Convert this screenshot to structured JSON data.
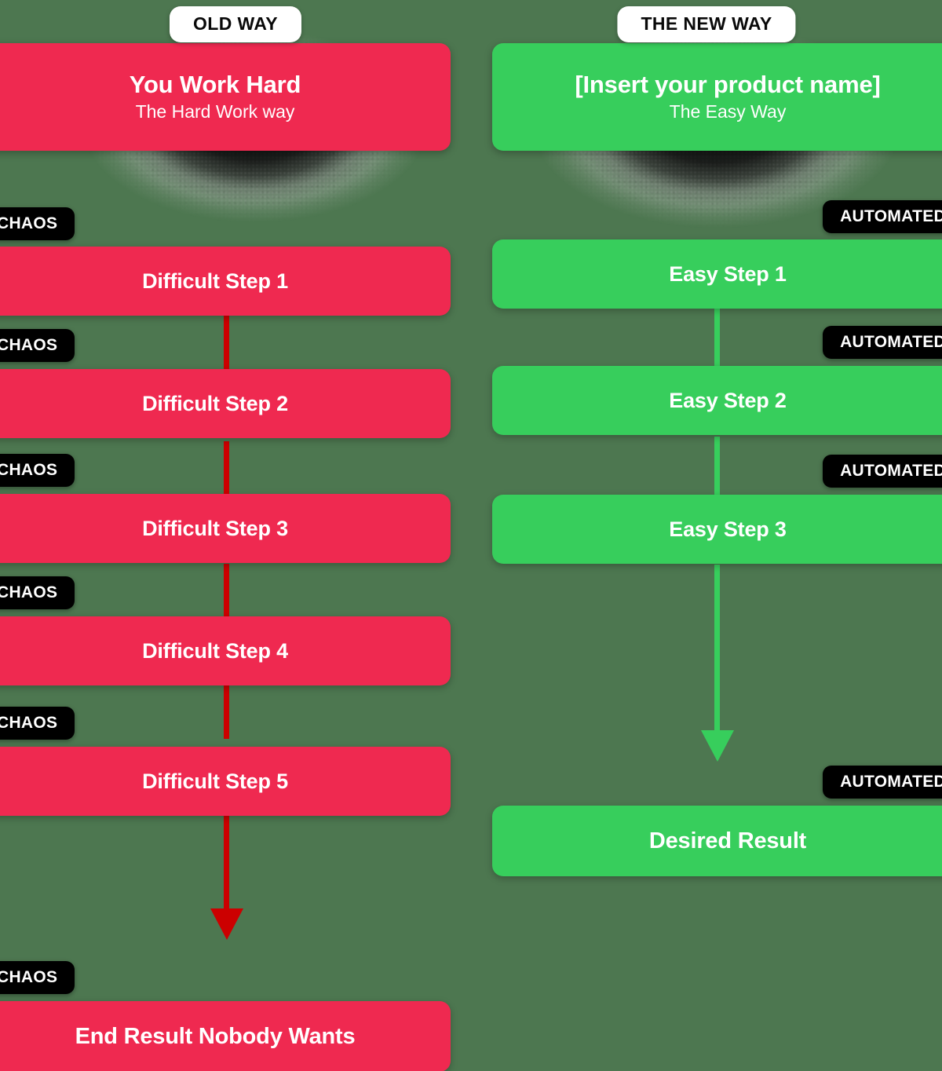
{
  "background_color": "#4d7750",
  "columns": [
    {
      "id": "old",
      "tab_label": "OLD WAY",
      "accent_color": "#ef2950",
      "connector_color": "#cc0000",
      "badge_color": "#000000",
      "header": {
        "title": "You Work Hard",
        "subtitle": "The Hard Work way"
      },
      "badges": [
        "CHAOS",
        "CHAOS",
        "CHAOS",
        "CHAOS",
        "CHAOS",
        "CHAOS"
      ],
      "steps": [
        "Difficult Step 1",
        "Difficult Step 2",
        "Difficult Step 3",
        "Difficult Step 4",
        "Difficult Step 5"
      ],
      "result": "End Result Nobody Wants"
    },
    {
      "id": "new",
      "tab_label": "THE NEW WAY",
      "accent_color": "#37ce5c",
      "connector_color": "#37ce5c",
      "badge_color": "#000000",
      "header": {
        "title": "[Insert your product name]",
        "subtitle": "The Easy Way"
      },
      "badges": [
        "AUTOMATED",
        "AUTOMATED",
        "AUTOMATED",
        "AUTOMATED"
      ],
      "steps": [
        "Easy Step 1",
        "Easy Step 2",
        "Easy Step 3"
      ],
      "result": "Desired Result"
    }
  ]
}
